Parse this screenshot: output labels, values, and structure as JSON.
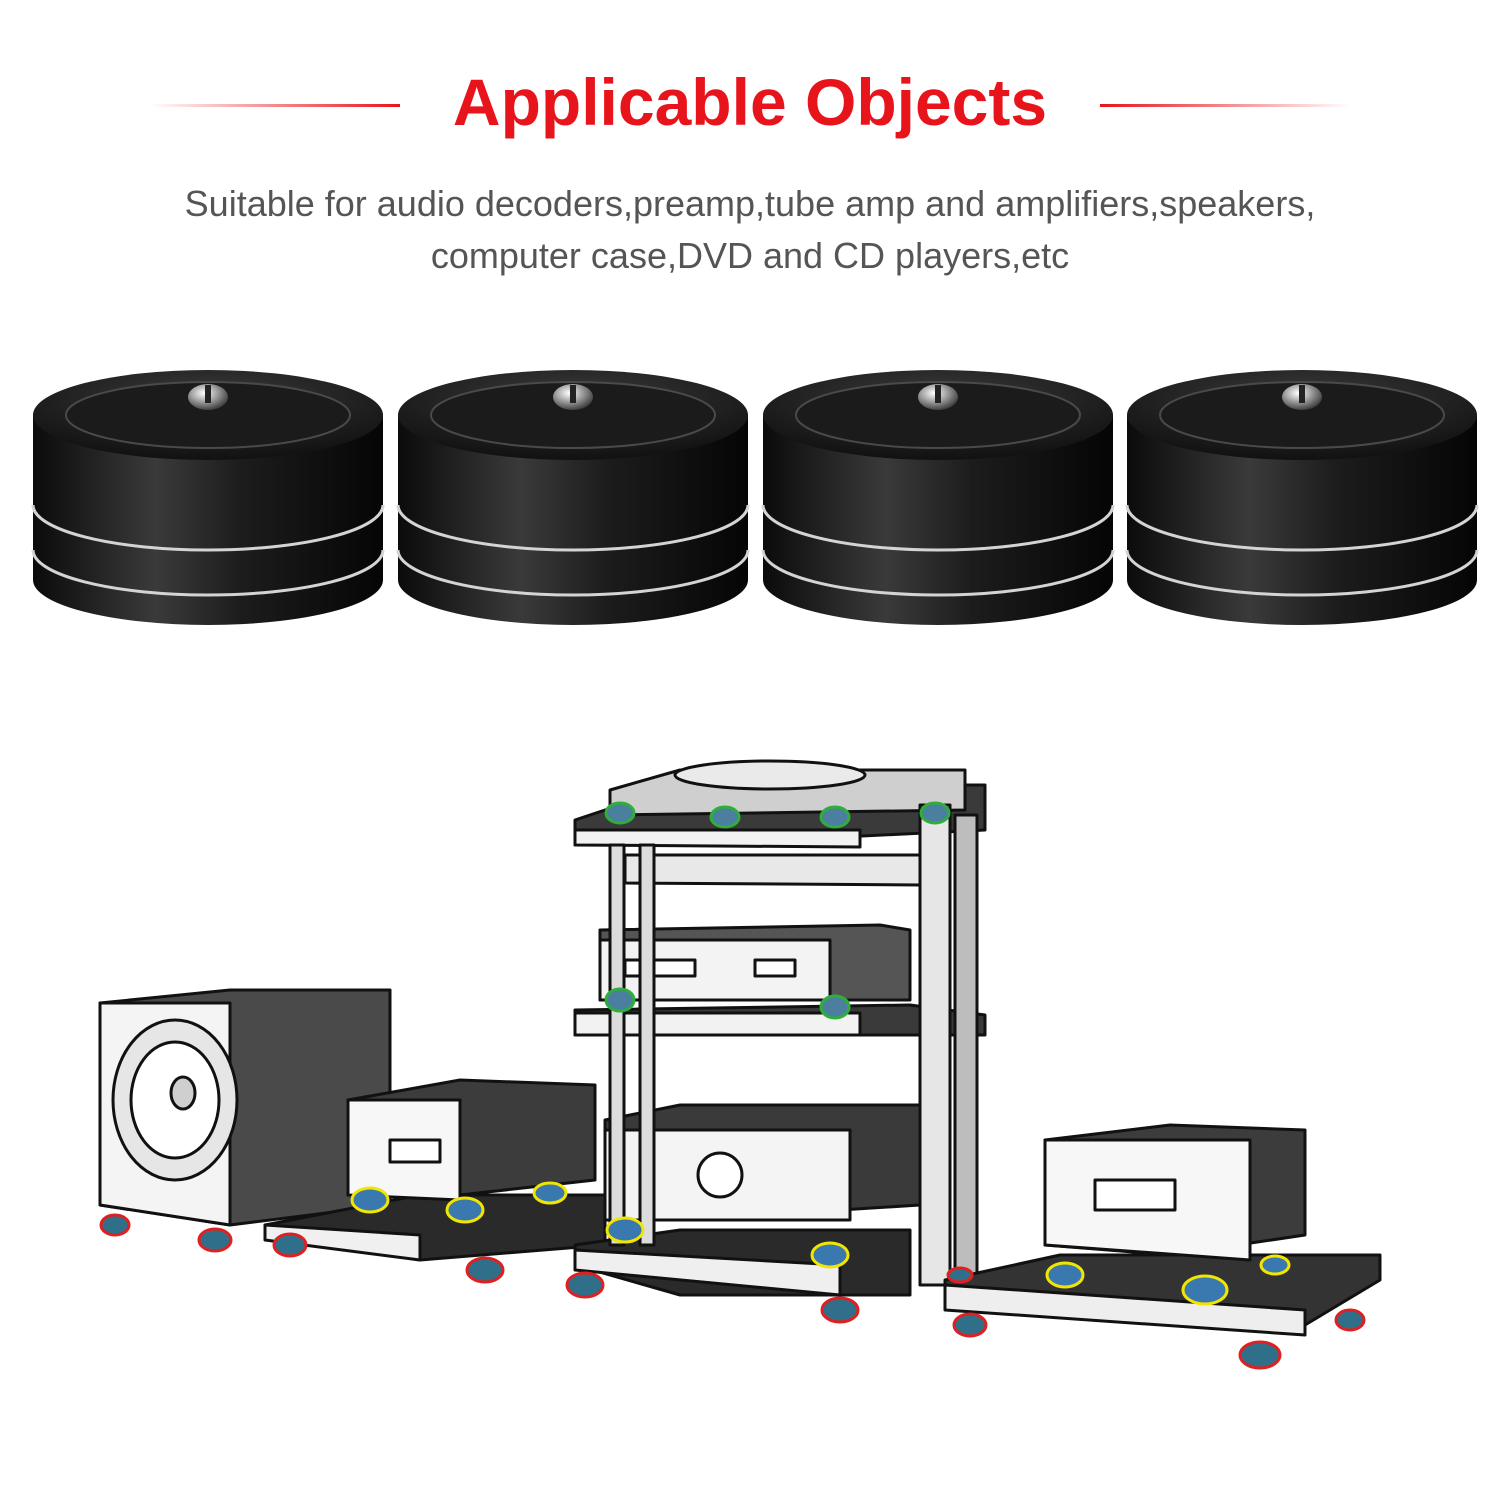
{
  "header": {
    "title": "Applicable Objects",
    "subtitle_line1": "Suitable for audio decoders,preamp,tube amp and amplifiers,speakers,",
    "subtitle_line2": "computer case,DVD and CD players,etc"
  },
  "colors": {
    "title": "#e8141b",
    "subtitle": "#555555",
    "foot_body": "#1a1a1a",
    "foot_ring": "#c8c8c8",
    "marker_red": "#e02020",
    "marker_yellow": "#f2e600",
    "marker_green": "#2fae3a"
  },
  "icons": {
    "isolation_foot": "isolation-foot-icon",
    "audio_rack": "audio-rack-illustration"
  },
  "feet": [
    {
      "name": "isolation-foot-1"
    },
    {
      "name": "isolation-foot-2"
    },
    {
      "name": "isolation-foot-3"
    },
    {
      "name": "isolation-foot-4"
    }
  ]
}
